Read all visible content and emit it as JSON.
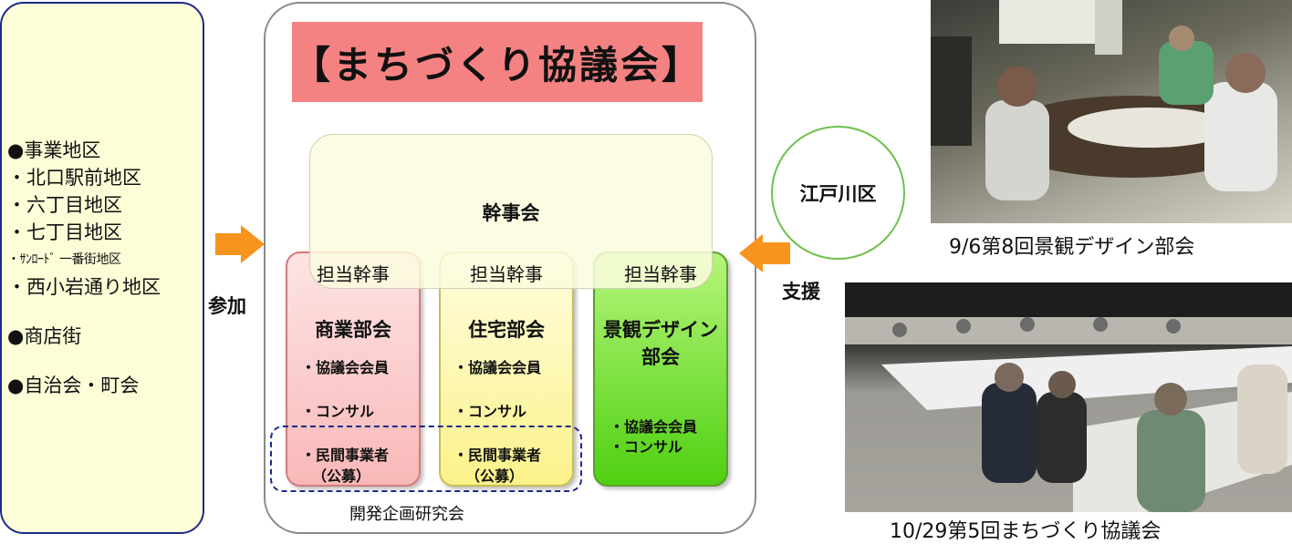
{
  "left_panel": {
    "heading_district": "●事業地区",
    "districts": [
      "・北口駅前地区",
      "・六丁目地区",
      "・七丁目地区"
    ],
    "district_small": "・ｻﾝﾛｰﾄﾞ 一番街地区",
    "district_last": "・西小岩通り地区",
    "shopping": "●商店街",
    "residents": "●自治会・町会"
  },
  "arrow_left_label": "参加",
  "arrow_right_label": "支援",
  "council": {
    "title": "【まちづくり協議会】",
    "kanjikai": "幹事会",
    "subcommittees": [
      {
        "tanto": "担当幹事",
        "title": "商業部会",
        "items": [
          "・協議会会員",
          "・コンサル",
          "・民間事業者",
          "（公募）"
        ]
      },
      {
        "tanto": "担当幹事",
        "title": "住宅部会",
        "items": [
          "・協議会会員",
          "・コンサル",
          "・民間事業者",
          "（公募）"
        ]
      },
      {
        "tanto": "担当幹事",
        "title_line1": "景観デザイン",
        "title_line2": "部会",
        "items": [
          "・協議会会員",
          "・コンサル"
        ]
      }
    ],
    "dev_group": "開発企画研究会"
  },
  "edogawa": "江戸川区",
  "photos": [
    {
      "caption": "9/6第8回景観デザイン部会"
    },
    {
      "caption": "10/29第5回まちづくり協議会"
    }
  ],
  "colors": {
    "panel_border": "#1b2a8a",
    "arrow": "#f7941d",
    "title_bg": "#f58282",
    "commerce": "#f9b8b8",
    "housing": "#fbf28a",
    "landscape": "#4fd011"
  }
}
